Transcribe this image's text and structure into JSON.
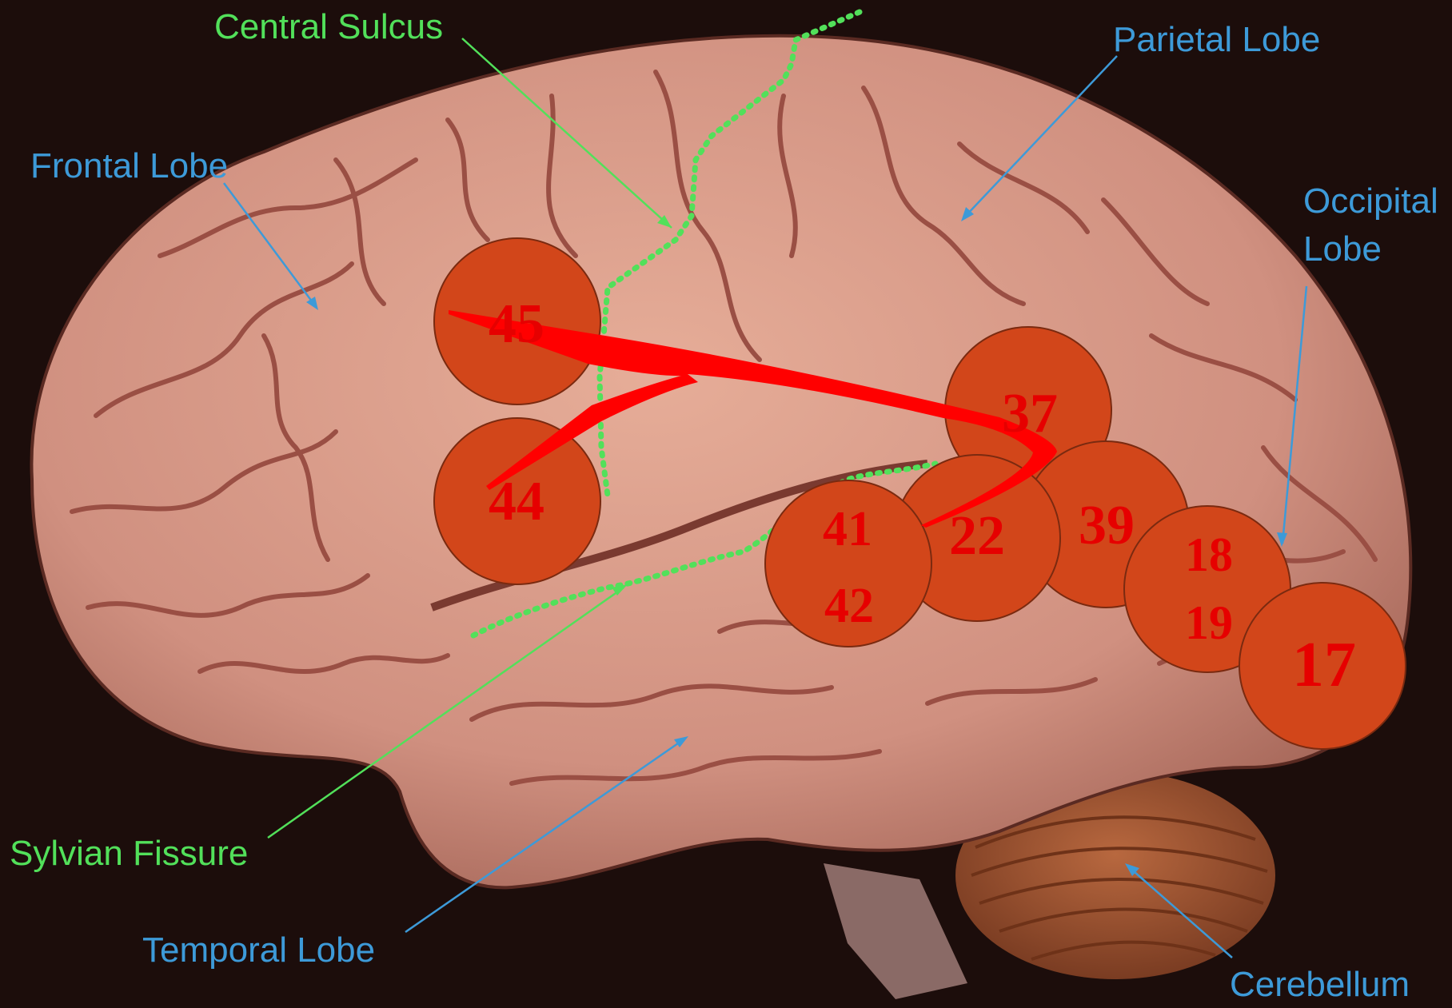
{
  "colors": {
    "background": "#1c0d0b",
    "brain": "#d79a86",
    "sulcus": "#9a4f44",
    "cerebellum": "#a25a38",
    "circle_fill": "#d2461a",
    "circle_text": "#e60000",
    "pathway": "#ff0000",
    "label_blue": "#3d9ad8",
    "label_green": "#52e05a"
  },
  "labels": {
    "central_sulcus": "Central Sulcus",
    "parietal_lobe": "Parietal Lobe",
    "frontal_lobe": "Frontal Lobe",
    "occipital_lobe_1": "Occipital",
    "occipital_lobe_2": "Lobe",
    "sylvian_fissure": "Sylvian Fissure",
    "temporal_lobe": "Temporal Lobe",
    "cerebellum": "Cerebellum"
  },
  "areas": {
    "a45": "45",
    "a44": "44",
    "a37": "37",
    "a22": "22",
    "a39": "39",
    "a41": "41",
    "a42": "42",
    "a18": "18",
    "a19": "19",
    "a17": "17"
  }
}
